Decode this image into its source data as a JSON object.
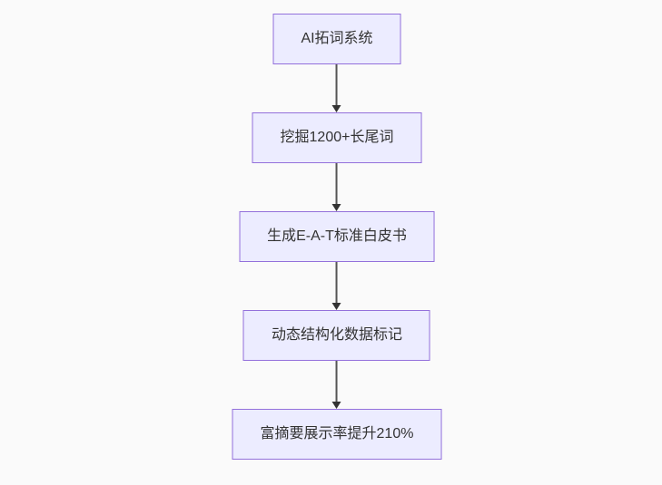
{
  "flowchart": {
    "type": "flowchart",
    "direction": "top-down",
    "nodes": [
      {
        "label": "AI拓词系统"
      },
      {
        "label": "挖掘1200+长尾词"
      },
      {
        "label": "生成E-A-T标准白皮书"
      },
      {
        "label": "动态结构化数据标记"
      },
      {
        "label": "富摘要展示率提升210%"
      }
    ],
    "edges": [
      {
        "from": 0,
        "to": 1,
        "style": "arrow-down"
      },
      {
        "from": 1,
        "to": 2,
        "style": "arrow-down"
      },
      {
        "from": 2,
        "to": 3,
        "style": "arrow-down"
      },
      {
        "from": 3,
        "to": 4,
        "style": "arrow-down"
      }
    ],
    "colors": {
      "background": "#fafafa",
      "node_fill": "#ECECFF",
      "node_border": "#9370DB",
      "text": "#333333",
      "edge_line": "#555555",
      "arrow_head": "#333333"
    }
  }
}
